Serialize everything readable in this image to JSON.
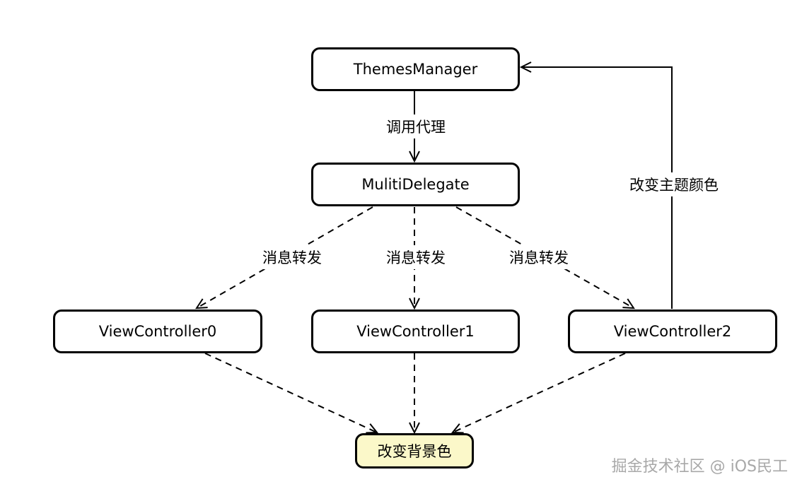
{
  "nodes": {
    "themes_manager": "ThemesManager",
    "multi_delegate": "MulitiDelegate",
    "view_controller_0": "ViewController0",
    "view_controller_1": "ViewController1",
    "view_controller_2": "ViewController2",
    "change_background": "改变背景色"
  },
  "edges": {
    "call_delegate": "调用代理",
    "forward_0": "消息转发",
    "forward_1": "消息转发",
    "forward_2": "消息转发",
    "change_theme_color": "改变主题颜色"
  },
  "watermark": "掘金技术社区 @ iOS民工",
  "colors": {
    "line": "#000000",
    "highlight_fill": "#fbf8c9",
    "watermark": "#a8a8a8"
  }
}
